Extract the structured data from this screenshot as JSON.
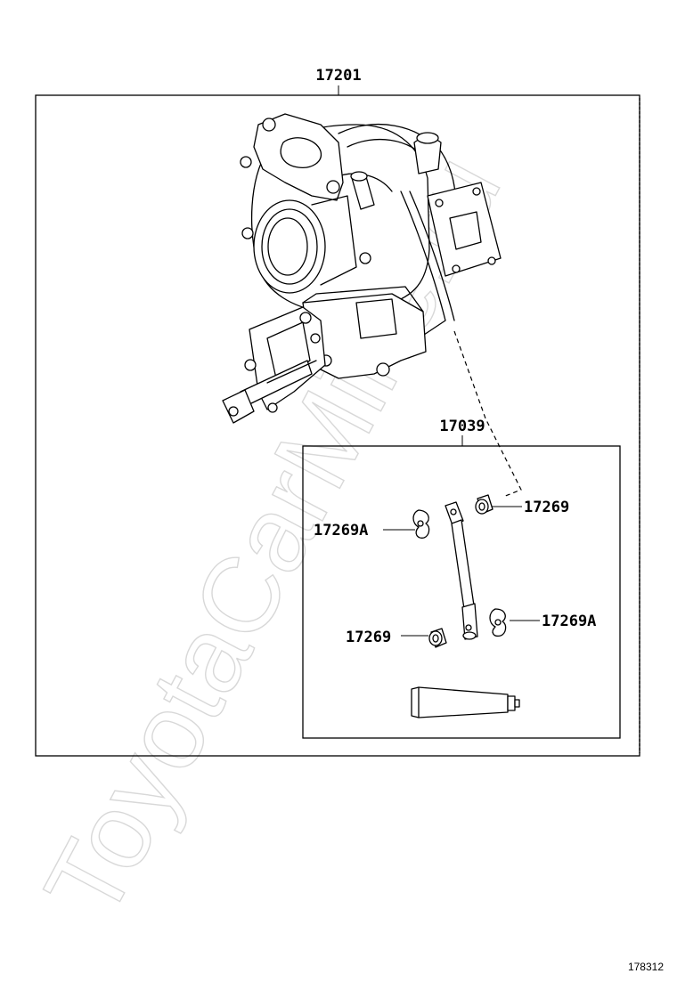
{
  "watermark": "ToyotaCarMine.ru",
  "figure_number": "178312",
  "callouts": {
    "turbo_assembly": "17201",
    "actuator_kit": "17039",
    "bushing_upper": "17269",
    "clip_upper": "17269A",
    "bushing_lower": "17269",
    "clip_lower": "17269A"
  }
}
